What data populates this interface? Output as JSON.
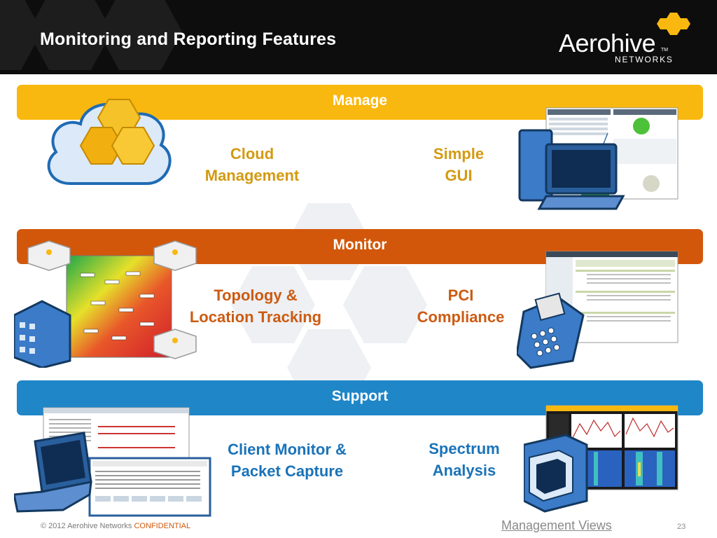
{
  "header": {
    "title": "Monitoring and Reporting Features"
  },
  "logo": {
    "wordmark": "Aerohive",
    "trademark": "TM",
    "subtitle": "NETWORKS"
  },
  "sections": {
    "manage": {
      "label": "Manage",
      "left_feature": [
        "Cloud",
        "Management"
      ],
      "right_feature": [
        "Simple",
        "GUI"
      ]
    },
    "monitor": {
      "label": "Monitor",
      "left_feature": [
        "Topology &",
        "Location Tracking"
      ],
      "right_feature": [
        "PCI",
        "Compliance"
      ]
    },
    "support": {
      "label": "Support",
      "left_feature": [
        "Client Monitor &",
        "Packet Capture"
      ],
      "right_feature": [
        "Spectrum",
        "Analysis"
      ]
    }
  },
  "footer": {
    "copyright": "© 2012 Aerohive Networks ",
    "confidential": "CONFIDENTIAL",
    "link": "Management Views",
    "page_number": "23"
  },
  "colors": {
    "manage": "#f9b80f",
    "monitor": "#d2570a",
    "support": "#1f86c8",
    "header": "#0d0d0d"
  },
  "icons": [
    "cloud-hexagon-icon",
    "desktop-computer-icon",
    "building-icon",
    "access-point-icon",
    "payment-terminal-icon",
    "laptop-icon",
    "monitor-box-icon"
  ]
}
